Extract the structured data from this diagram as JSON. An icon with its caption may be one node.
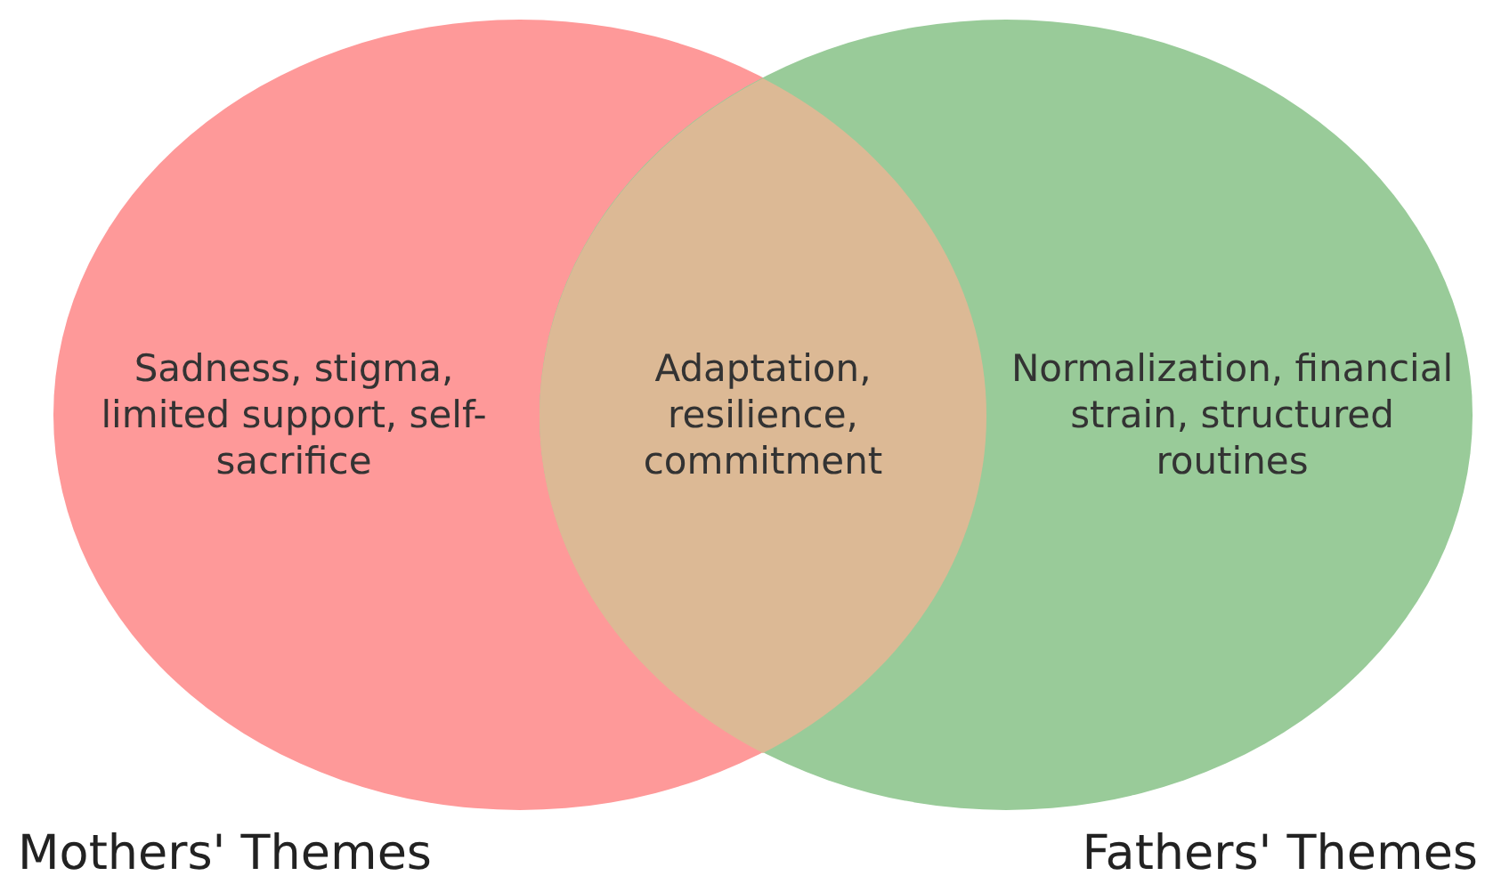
{
  "diagram": {
    "nodes": [
      {
        "text": [
          "Sadness, stigma, limited support, self-sacrifice"
        ],
        "beside": [
          "Mothers' Themes"
        ]
      },
      {
        "text": [
          "Normalization, financial strain, structured routines"
        ],
        "beside": [
          "Fathers' Themes"
        ]
      },
      {
        "text": [
          "Adaptation, resilience, commitment"
        ]
      }
    ]
  }
}
